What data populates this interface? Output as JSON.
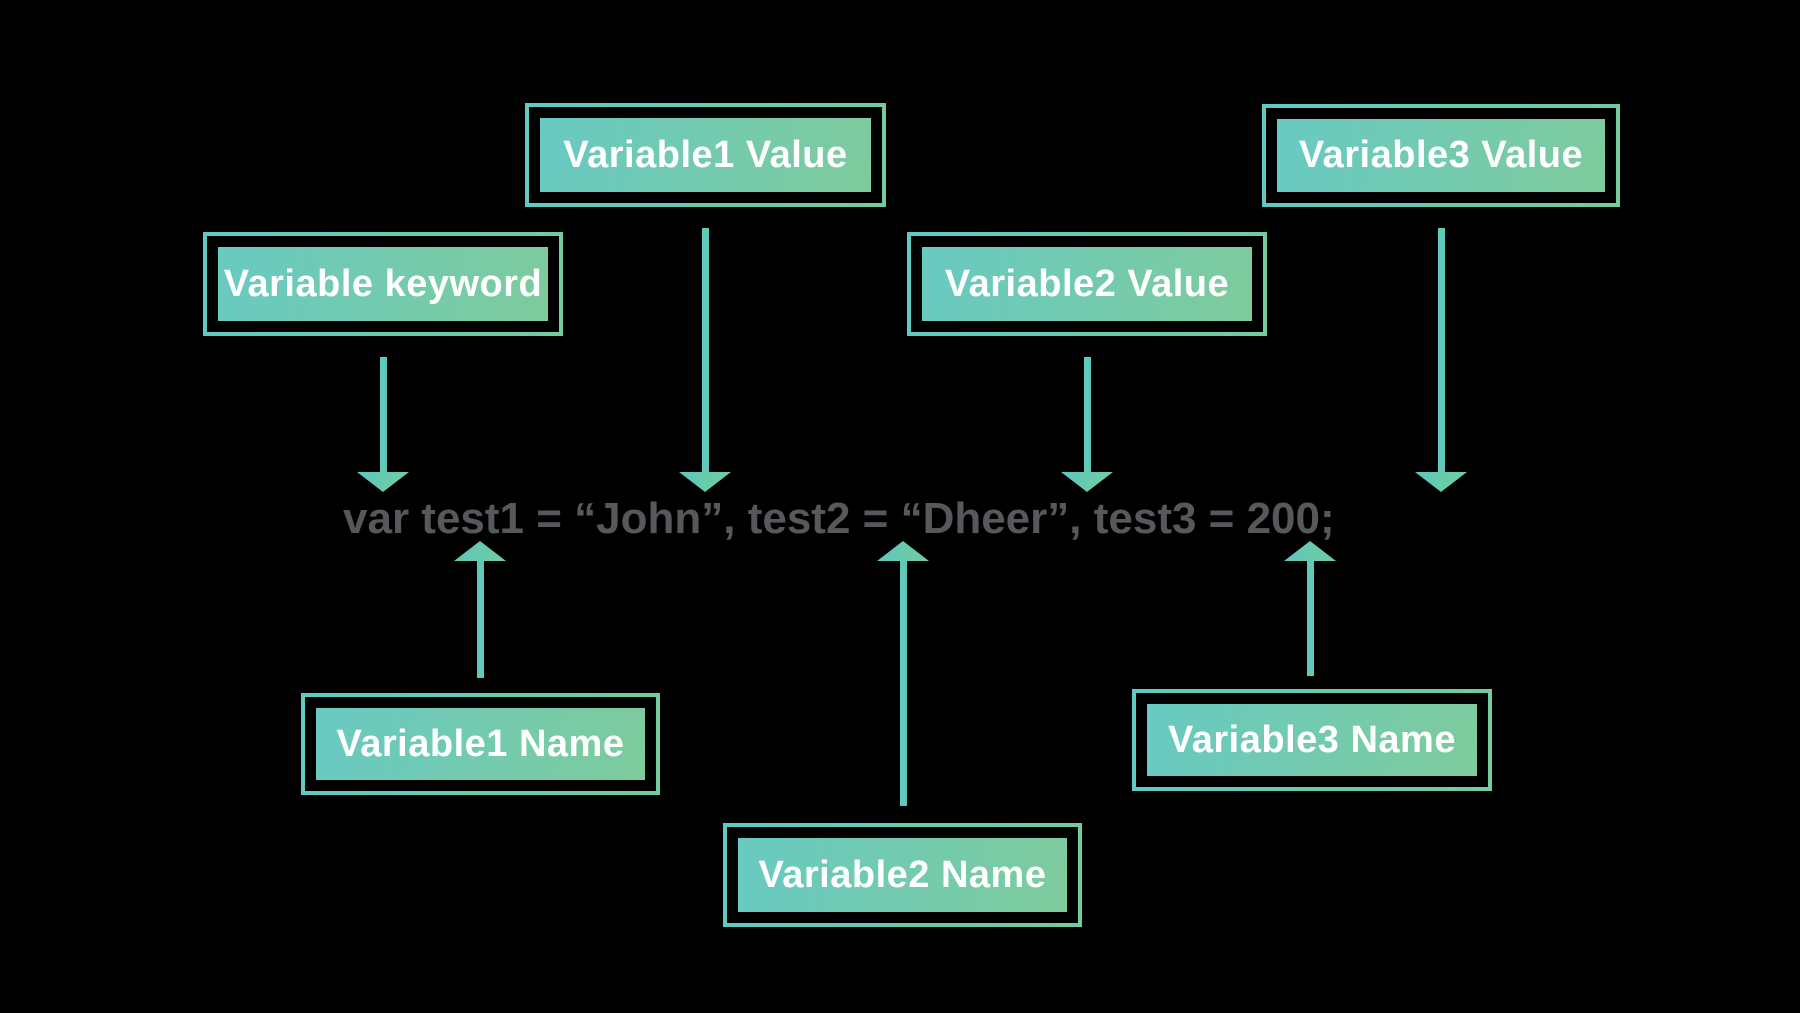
{
  "diagram": {
    "background_color": "#000000",
    "colors": {
      "box_border_teal": "#5ecac2",
      "box_border_green": "#74cb9d",
      "box_fill_teal": "#68cac2",
      "box_fill_green": "#7ecb9c",
      "arrow": "#60c9ba",
      "code_text": "#57585c",
      "label_text": "#ffffff"
    },
    "labels": {
      "variable_keyword": "Variable keyword",
      "variable1_value": "Variable1 Value",
      "variable2_value": "Variable2 Value",
      "variable3_value": "Variable3 Value",
      "variable1_name": "Variable1 Name",
      "variable2_name": "Variable2 Name",
      "variable3_name": "Variable3 Name"
    },
    "code_line": "var test1 = “John”, test2 = “Dheer”, test3 = 200;"
  }
}
